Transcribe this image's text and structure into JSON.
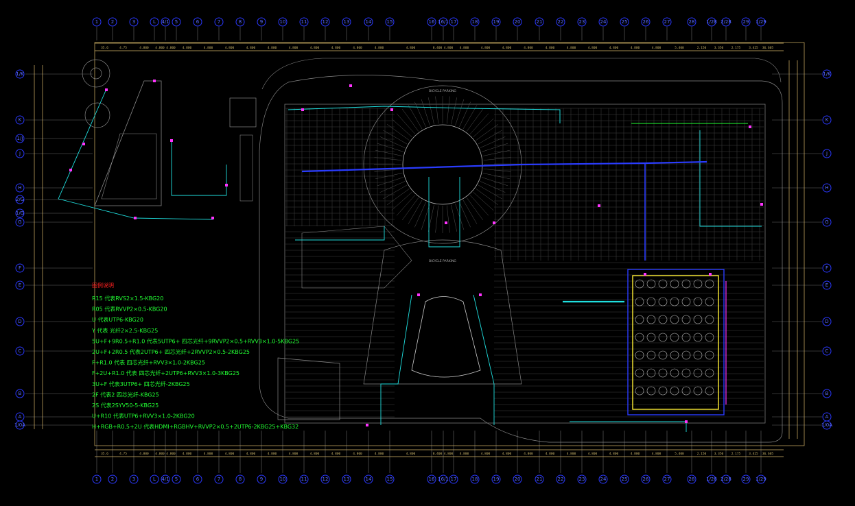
{
  "drawing": {
    "column_axes": [
      "1",
      "2",
      "3",
      "L",
      "4/1",
      "5",
      "6",
      "7",
      "8",
      "9",
      "10",
      "11",
      "12",
      "13",
      "14",
      "15",
      "16",
      "16/1",
      "17",
      "18",
      "19",
      "20",
      "21",
      "22",
      "23",
      "24",
      "25",
      "26",
      "27",
      "28",
      "1/28",
      "2/28",
      "29",
      "1/29"
    ],
    "row_axes": [
      "1/K",
      "K",
      "1/J",
      "J",
      "H",
      "2/G",
      "1/G",
      "G",
      "F",
      "E",
      "D",
      "C",
      "B",
      "A",
      "1/0A"
    ],
    "right_row_axes": [
      "1/K",
      "K",
      "J",
      "H",
      "G",
      "F",
      "E",
      "D",
      "C",
      "B",
      "A",
      "1/0A"
    ],
    "floor_label_top": "BICYCLE PARKING",
    "floor_label_mid": "BICYCLE PARKING"
  },
  "legend": {
    "title": "图例说明",
    "items": [
      "R15 代表RVS2×1.5-KBG20",
      "R05 代表RVVP2×0.5-KBG20",
      "U 代表UTP6-KBG20",
      "Y 代表 光纤2×2.5-KBG25",
      "5U+F+9R0.5+R1.0 代表5UTP6+ 四芯光纤+9RVVP2×0.5+RVV3×1.0-5KBG25",
      "2U+F+2R0.5 代表2UTP6+ 四芯光纤+2RVVP2×0.5-2KBG25",
      "F+R1.0 代表 四芯光纤+RVV3×1.0-2KBG25",
      "F+2U+R1.0 代表 四芯光纤+2UTP6+RVV3×1.0-3KBG25",
      "3U+F 代表3UTP6+ 四芯光纤-2KBG25",
      "2F 代表2 四芯光纤-KBG25",
      "2S 代表2SYV50-5-KBG25",
      "U+R10 代表UTP6+RVV3×1.0-2KBG20",
      "H+RGB+R0.5+2U 代表HDMI+RGBHV+RVVP2×0.5+2UTP6-2KBG25+KBG32"
    ]
  },
  "colors": {
    "background": "#000000",
    "axis_bubble": "#2a38ff",
    "dimension": "#d9b86a",
    "cyan_run": "#1fe0e0",
    "blue_run": "#2a3cff",
    "magenta_device": "#ff33ff",
    "green": "#22ff33",
    "legend_title": "#ff2020"
  },
  "top_dims": [
    "35.6",
    "4.75",
    "4.800",
    "4.800",
    "4.800",
    "4.800",
    "4.800",
    "4.800",
    "4.800",
    "4.800",
    "4.800",
    "4.800",
    "4.800",
    "4.800",
    "4.800",
    "4.800",
    "8.400",
    "4.800",
    "4.800",
    "4.800",
    "4.800",
    "4.800",
    "4.800",
    "4.800",
    "4.800",
    "4.800",
    "4.800",
    "4.800",
    "5.400",
    "2.150",
    "3.350",
    "2.175",
    "3.425",
    "36.605"
  ],
  "bottom_dims": [
    "35.6",
    "4.75",
    "4.800",
    "4.800",
    "4.800",
    "4.800",
    "4.800",
    "4.800",
    "4.800",
    "4.800",
    "4.800",
    "4.800",
    "4.800",
    "4.800",
    "4.800",
    "4.800",
    "8.400",
    "4.800",
    "4.800",
    "4.800",
    "4.800",
    "4.800",
    "4.800",
    "4.800",
    "4.800",
    "4.800",
    "4.800",
    "4.800",
    "5.400",
    "2.150",
    "3.350",
    "2.175",
    "3.425",
    "36.605"
  ]
}
